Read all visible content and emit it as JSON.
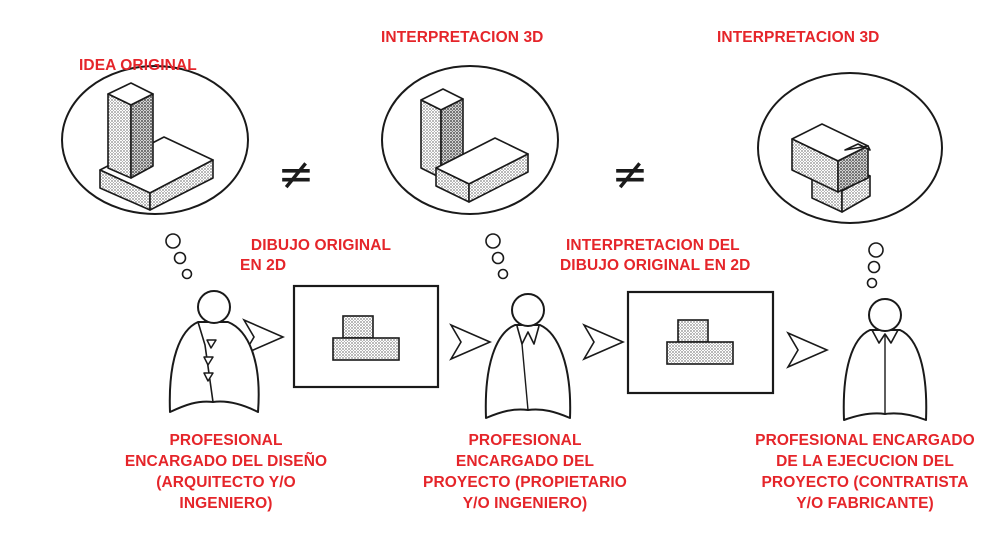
{
  "headings": {
    "idea_original": "IDEA ORIGINAL",
    "interp_3d_1": "INTERPRETACION 3D",
    "interp_3d_2": "INTERPRETACION 3D"
  },
  "drawing_labels": {
    "original_2d": [
      "DIBUJO ORIGINAL",
      "EN 2D"
    ],
    "interp_2d": [
      "INTERPRETACION DEL",
      "DIBUJO ORIGINAL EN 2D"
    ]
  },
  "symbols": {
    "not_equal": "≠"
  },
  "roles": {
    "designer": [
      "PROFESIONAL",
      "ENCARGADO DEL DISEÑO",
      "(ARQUITECTO Y/O",
      "INGENIERO)"
    ],
    "project_owner": [
      "PROFESIONAL",
      "ENCARGADO DEL",
      "PROYECTO (PROPIETARIO",
      "Y/O INGENIERO)"
    ],
    "executor": [
      "PROFESIONAL ENCARGADO",
      "DE LA EJECUCION DEL",
      "PROYECTO (CONTRATISTA",
      "Y/O FABRICANTE)"
    ]
  },
  "colors": {
    "label_red": "#e5252a",
    "line": "#1a1a1a",
    "stipple": "#9a9a9a"
  }
}
